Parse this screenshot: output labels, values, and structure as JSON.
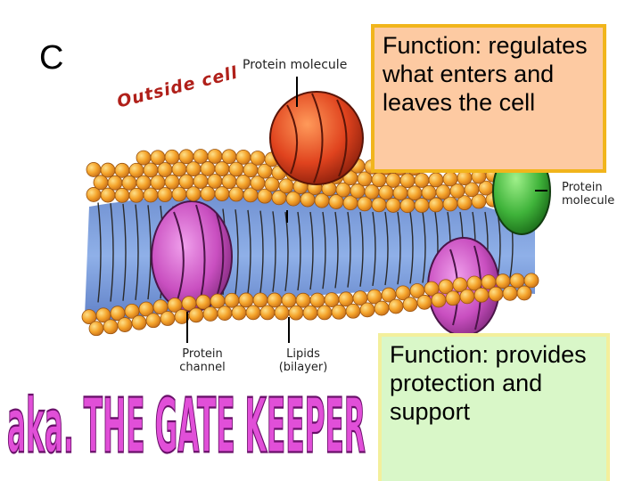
{
  "slide": {
    "title_fragment": "C",
    "labels": {
      "protein_molecule_top": "Protein molecule",
      "outside_cell": "Outside cell",
      "protein_molecule_right": "Protein molecule",
      "protein_channel": "Protein channel",
      "lipids": "Lipids (bilayer)"
    },
    "gatekeeper_text": "aka. THE GATE KEEPER",
    "function_box_1": "Function: regulates what enters and leaves the cell",
    "function_box_2": "Function: provides protection and support"
  },
  "colors": {
    "box1_fill": "#fdcaa2",
    "box1_border": "#f1b51c",
    "box2_fill": "#d9f7c8",
    "box2_border": "#f3ef9c",
    "gatekeeper_fill": "#e14fd8",
    "lipid_head": "#f3a12a",
    "lipid_tail": "#6f8fd0",
    "protein_purple": "#c94fc0",
    "protein_red": "#e0431e",
    "protein_green": "#3fb33a"
  }
}
